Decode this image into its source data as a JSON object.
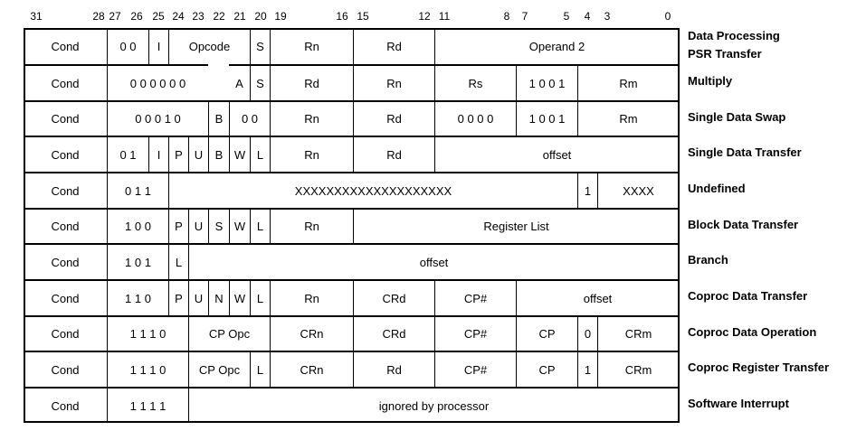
{
  "bit_numbers": [
    "31",
    "28",
    "27",
    "26",
    "25",
    "24",
    "23",
    "22",
    "21",
    "20",
    "19",
    "16",
    "15",
    "12",
    "11",
    "8",
    "7",
    "5",
    "4",
    "3",
    "0"
  ],
  "rows": [
    {
      "label": [
        "Data Processing",
        "PSR Transfer"
      ],
      "cells": [
        "Cond",
        "0 0",
        "I",
        "Opcode",
        "S",
        "Rn",
        "Rd",
        "Operand 2"
      ]
    },
    {
      "label": [
        "Multiply"
      ],
      "cells": [
        "Cond",
        "0 0 0 0 0 0",
        "A",
        "S",
        "Rd",
        "Rn",
        "Rs",
        "1 0 0 1",
        "Rm"
      ]
    },
    {
      "label": [
        "Single Data Swap"
      ],
      "cells": [
        "Cond",
        "0 0 0 1 0",
        "B",
        "0 0",
        "Rn",
        "Rd",
        "0 0 0 0",
        "1 0 0 1",
        "Rm"
      ]
    },
    {
      "label": [
        "Single Data Transfer"
      ],
      "cells": [
        "Cond",
        "0 1",
        "I",
        "P",
        "U",
        "B",
        "W",
        "L",
        "Rn",
        "Rd",
        "offset"
      ]
    },
    {
      "label": [
        "Undefined"
      ],
      "cells": [
        "Cond",
        "0 1 1",
        "XXXXXXXXXXXXXXXXXXXX",
        "1",
        "XXXX"
      ]
    },
    {
      "label": [
        "Block Data Transfer"
      ],
      "cells": [
        "Cond",
        "1 0 0",
        "P",
        "U",
        "S",
        "W",
        "L",
        "Rn",
        "Register List"
      ]
    },
    {
      "label": [
        "Branch"
      ],
      "cells": [
        "Cond",
        "1 0 1",
        "L",
        "offset"
      ]
    },
    {
      "label": [
        "Coproc Data Transfer"
      ],
      "cells": [
        "Cond",
        "1 1 0",
        "P",
        "U",
        "N",
        "W",
        "L",
        "Rn",
        "CRd",
        "CP#",
        "offset"
      ]
    },
    {
      "label": [
        "Coproc Data Operation"
      ],
      "cells": [
        "Cond",
        "1 1 1 0",
        "CP Opc",
        "CRn",
        "CRd",
        "CP#",
        "CP",
        "0",
        "CRm"
      ]
    },
    {
      "label": [
        "Coproc Register Transfer"
      ],
      "cells": [
        "Cond",
        "1 1 1 0",
        "CP Opc",
        "L",
        "CRn",
        "Rd",
        "CP#",
        "CP",
        "1",
        "CRm"
      ]
    },
    {
      "label": [
        "Software Interrupt"
      ],
      "cells": [
        "Cond",
        "1 1 1 1",
        "ignored by processor"
      ]
    }
  ]
}
